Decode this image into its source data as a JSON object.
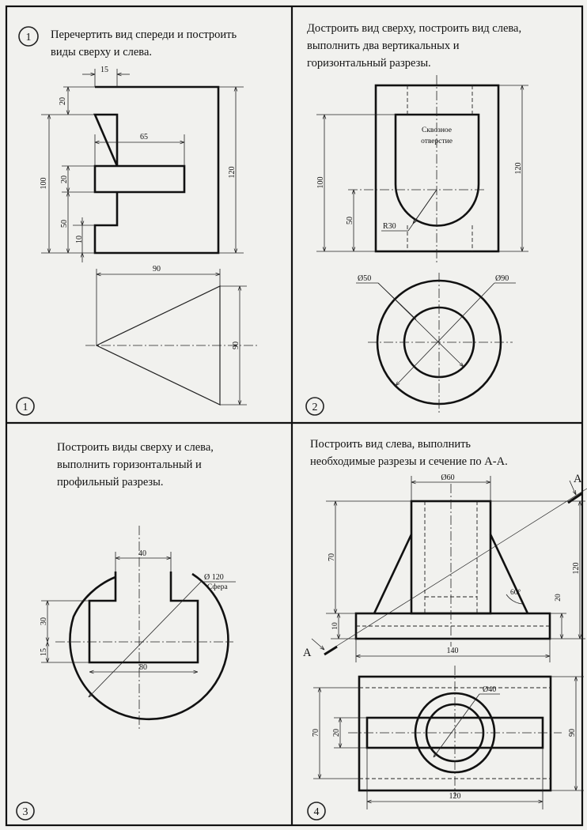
{
  "panels": [
    {
      "number": "1",
      "instructions": [
        "Перечертить вид спереди и построить",
        "виды сверху и слева."
      ],
      "dims": {
        "d15": "15",
        "d20a": "20",
        "d65": "65",
        "d100": "100",
        "d20b": "20",
        "d120": "120",
        "d50": "50",
        "d10": "10",
        "d90a": "90",
        "d90b": "90"
      }
    },
    {
      "number": "2",
      "instructions": [
        "Достроить вид сверху, построить вид слева,",
        "выполнить два вертикальных и",
        "горизонтальный разрезы."
      ],
      "hole_label": [
        "Сквозное",
        "отверстие"
      ],
      "dims": {
        "d100": "100",
        "d120": "120",
        "d50": "50",
        "r30": "R30",
        "dia50": "Ø50",
        "dia90": "Ø90"
      }
    },
    {
      "number": "3",
      "instructions": [
        "Построить виды сверху и слева,",
        "выполнить горизонтальный и",
        "профильный разрезы."
      ],
      "dims": {
        "d40": "40",
        "dia120": "Ø 120",
        "sphere": "Сфера",
        "d30": "30",
        "d15": "15",
        "d80": "80"
      }
    },
    {
      "number": "4",
      "instructions": [
        "Построить вид слева, выполнить",
        "необходимые разрезы и сечение по А-А."
      ],
      "dims": {
        "dia60": "Ø60",
        "d70a": "70",
        "d120": "120",
        "angle60": "60°",
        "d20a": "20",
        "d10": "10",
        "d140": "140",
        "dia40": "Ø40",
        "d70b": "70",
        "d20b": "20",
        "d90": "90",
        "d120b": "120"
      },
      "section_letter": "А"
    }
  ]
}
